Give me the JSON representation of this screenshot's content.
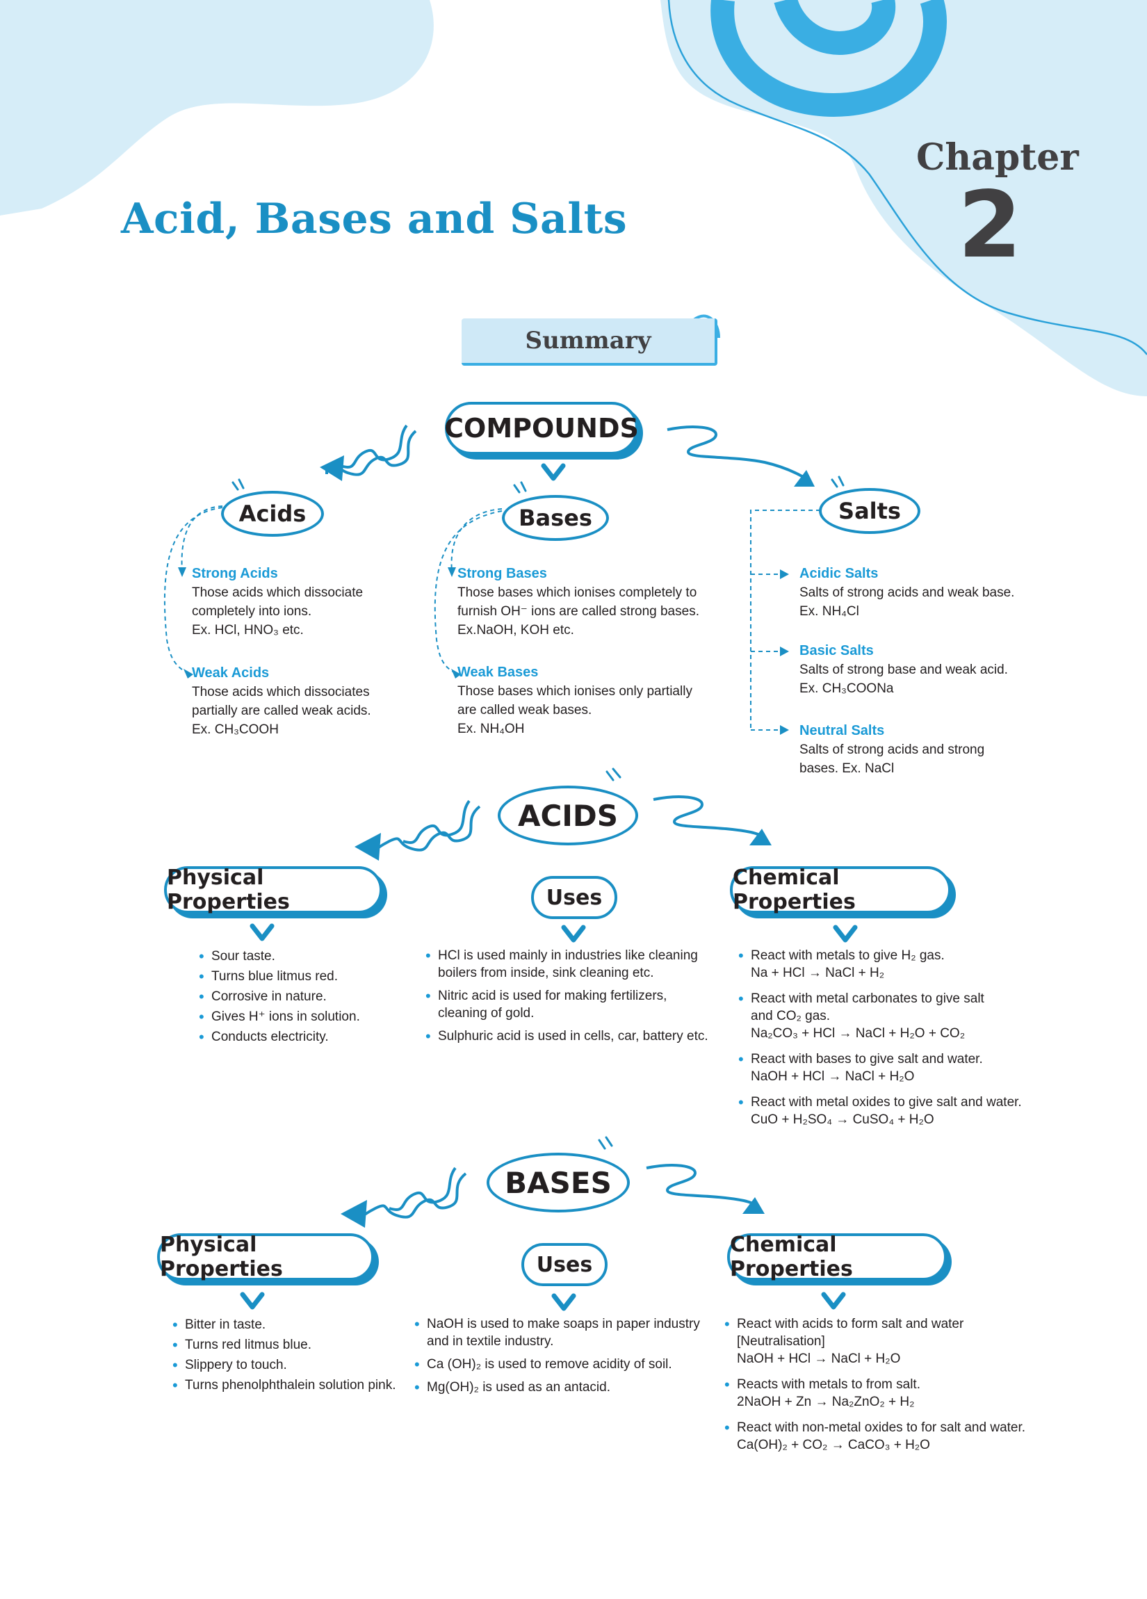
{
  "header": {
    "chapter_word": "Chapter",
    "chapter_number": "2",
    "page_title": "Acid, Bases and Salts",
    "section_label": "Summary"
  },
  "colors": {
    "accent": "#1a8fc4",
    "light_blue": "#cfe9f7",
    "dark_text": "#414042"
  },
  "compounds": {
    "label": "COMPOUNDS",
    "acids": {
      "label": "Acids",
      "strong_title": "Strong Acids",
      "strong_text": [
        "Those acids which dissociate",
        "completely into ions.",
        "Ex. HCl, HNO₃ etc."
      ],
      "weak_title": "Weak Acids",
      "weak_text": [
        "Those acids which dissociates",
        "partially are called weak acids.",
        "Ex. CH₃COOH"
      ]
    },
    "bases": {
      "label": "Bases",
      "strong_title": "Strong Bases",
      "strong_text": [
        "Those bases which ionises completely to",
        "furnish OH⁻ ions are called strong bases.",
        "Ex.NaOH, KOH etc."
      ],
      "weak_title": "Weak Bases",
      "weak_text": [
        "Those bases which ionises only partially",
        "are called weak bases.",
        "Ex. NH₄OH"
      ]
    },
    "salts": {
      "label": "Salts",
      "acidic_title": "Acidic Salts",
      "acidic_text": [
        "Salts of strong acids and weak base.",
        "Ex. NH₄Cl"
      ],
      "basic_title": "Basic Salts",
      "basic_text": [
        "Salts of strong base and weak acid.",
        "Ex. CH₃COONa"
      ],
      "neutral_title": "Neutral Salts",
      "neutral_text": [
        "Salts of strong acids and strong",
        "bases. Ex. NaCl"
      ]
    }
  },
  "acids_section": {
    "label": "ACIDS",
    "physical_label": "Physical Properties",
    "uses_label": "Uses",
    "chemical_label": "Chemical Properties",
    "physical": [
      "Sour taste.",
      "Turns blue litmus red.",
      "Corrosive in nature.",
      "Gives H⁺ ions in solution.",
      "Conducts electricity."
    ],
    "uses": [
      [
        "HCl is used mainly in industries like cleaning",
        "boilers from inside, sink cleaning etc."
      ],
      [
        "Nitric acid is used for making fertilizers,",
        "cleaning of gold."
      ],
      [
        "Sulphuric acid is used in cells, car, battery etc."
      ]
    ],
    "chemical": [
      [
        "React with metals to give H₂ gas.",
        "Na + HCl → NaCl + H₂"
      ],
      [
        "React with metal carbonates to give salt",
        "and CO₂ gas.",
        "Na₂CO₃ + HCl → NaCl + H₂O + CO₂"
      ],
      [
        "React with bases to give salt and water.",
        "NaOH + HCl → NaCl + H₂O"
      ],
      [
        "React with metal oxides to give salt and water.",
        "CuO + H₂SO₄ → CuSO₄ + H₂O"
      ]
    ]
  },
  "bases_section": {
    "label": "BASES",
    "physical_label": "Physical Properties",
    "uses_label": "Uses",
    "chemical_label": "Chemical Properties",
    "physical": [
      "Bitter in taste.",
      "Turns red litmus blue.",
      "Slippery to touch.",
      "Turns phenolphthalein solution pink."
    ],
    "uses": [
      [
        "NaOH is used to make soaps in paper industry",
        "and in textile industry."
      ],
      [
        "Ca (OH)₂ is used to remove acidity of soil."
      ],
      [
        "Mg(OH)₂ is used as an antacid."
      ]
    ],
    "chemical": [
      [
        "React with acids to form salt and water",
        "[Neutralisation]",
        "NaOH + HCl → NaCl + H₂O"
      ],
      [
        "Reacts with metals to from salt.",
        "2NaOH + Zn → Na₂ZnO₂ + H₂"
      ],
      [
        "React with non-metal oxides to for salt and water.",
        "Ca(OH)₂ + CO₂ → CaCO₃ + H₂O"
      ]
    ]
  }
}
